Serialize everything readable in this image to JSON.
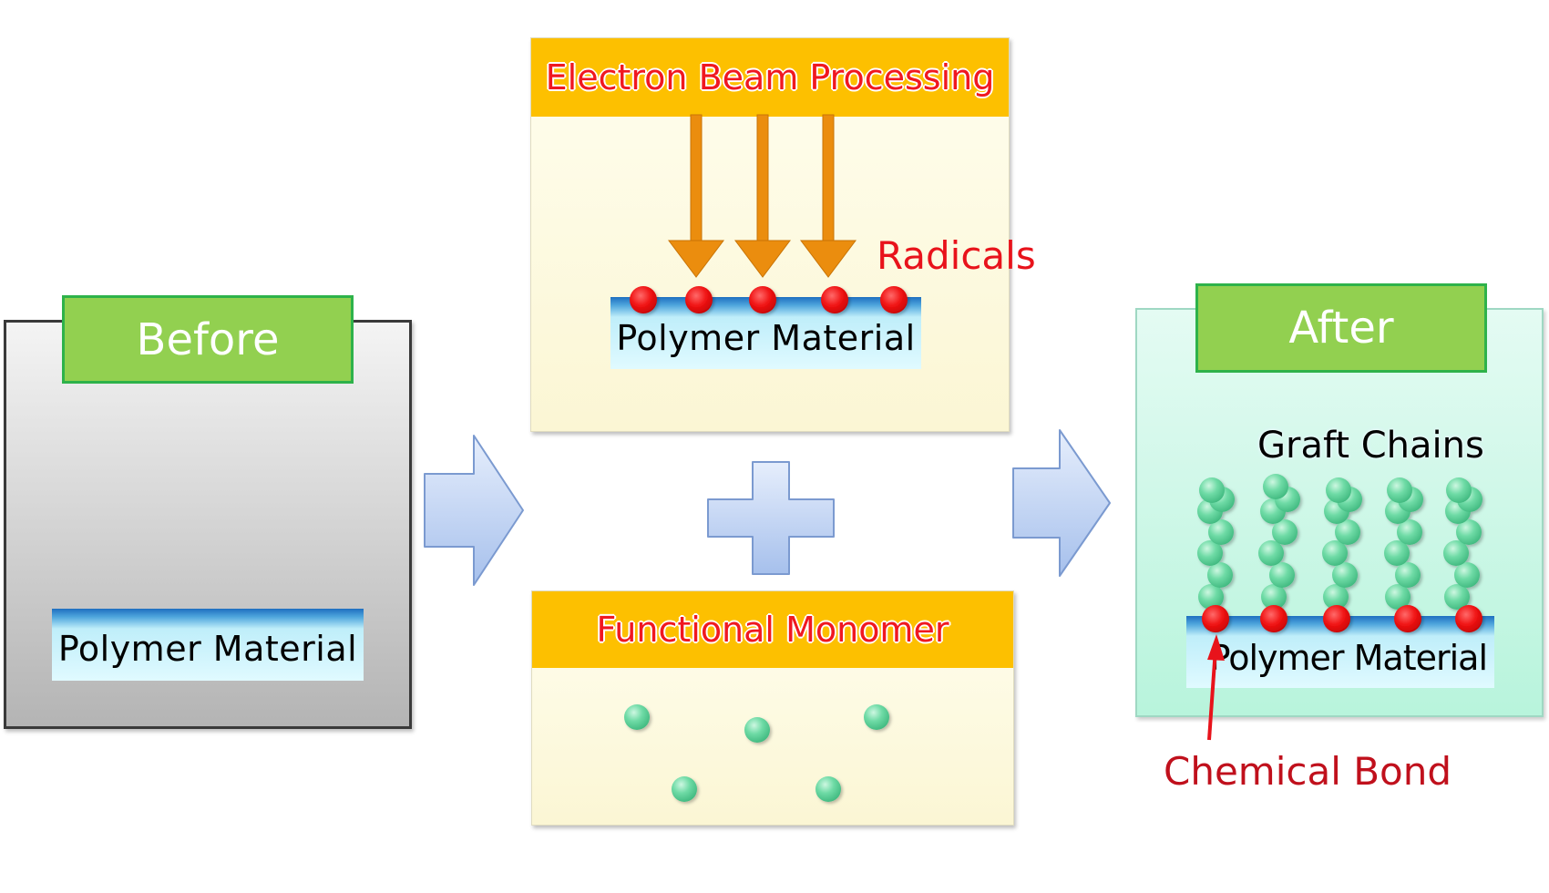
{
  "diagram": {
    "before": {
      "label": "Before",
      "material": "Polymer Material"
    },
    "beam": {
      "title": "Electron Beam Processing",
      "material": "Polymer Material",
      "radicals_label": "Radicals"
    },
    "monomer": {
      "title": "Functional Monomer"
    },
    "after": {
      "label": "After",
      "material": "Polymer Material",
      "graft_label": "Graft Chains",
      "bond_label": "Chemical Bond"
    }
  },
  "colors": {
    "header_orange": "#fdc000",
    "header_text_red": "#f01820",
    "label_green": "#92d050",
    "radical_red": "#e8131b",
    "monomer_green": "#58d09a",
    "beam_arrow": "#eb8d0e",
    "flow_arrow": "#b7cdf2"
  }
}
